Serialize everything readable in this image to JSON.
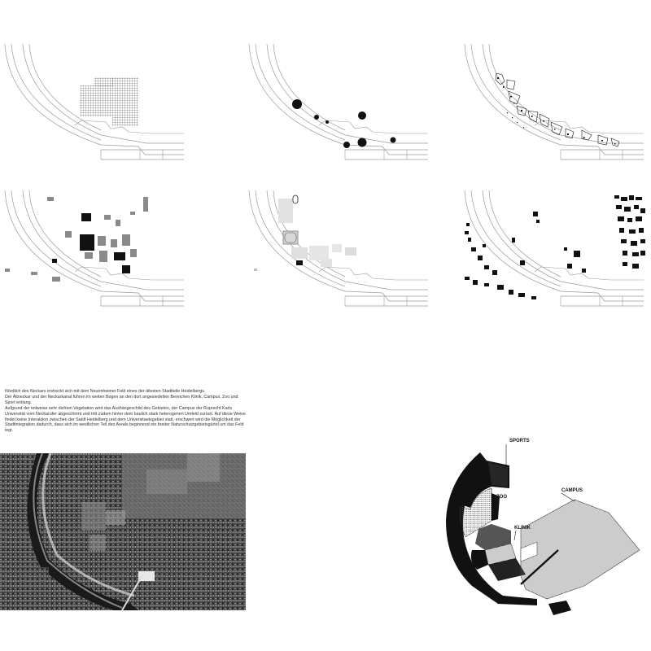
{
  "intro_text": {
    "p1": "Nördlich des Neckars erstreckt sich mit dem Neuenheimer Feld eines der ältesten Stadtteile Heidelbergs.",
    "p2": "Der Altneckar und der Neckarkanal führen im weiten Bogen an den dort angesiedelten Bereichen Klinik, Campus, Zoo und Sport entlang.",
    "p3": "Aufgrund der teilweise sehr dichten Vegetation wird das Aushängeschild des Gebietes, der Campus der Ruprecht Karls Universität vom Neckarufer abgeschirmt und tritt zudem hinter dem baulich stark heterogenen Umfeld zurück. Auf diese Weise findet keine Interaktion zwischen der Satdt Heidelberg und dem Universitaetsgebiet statt. erschwert wird die Möglichkeit der Stadtintegration dadurch, dass sich im westlichen Teil des Areals beginnend ein breiter Naturschutzgebietsgürtel um das Feld legt."
  },
  "zone_labels": {
    "sports": "SPORTS",
    "zoo": "ZOO",
    "campus": "CAMPUS",
    "klinik": "KLINIK"
  },
  "colors": {
    "background": "#ffffff",
    "river_line": "#9a9a9a",
    "building_dark": "#111111",
    "building_grey": "#8a8a8a",
    "zone_grey": "#a8a8a8"
  },
  "icons": {
    "map_panels": "line-map-illustration",
    "aerial": "aerial-photo-illustration",
    "zones": "axonometric-zone-illustration"
  }
}
